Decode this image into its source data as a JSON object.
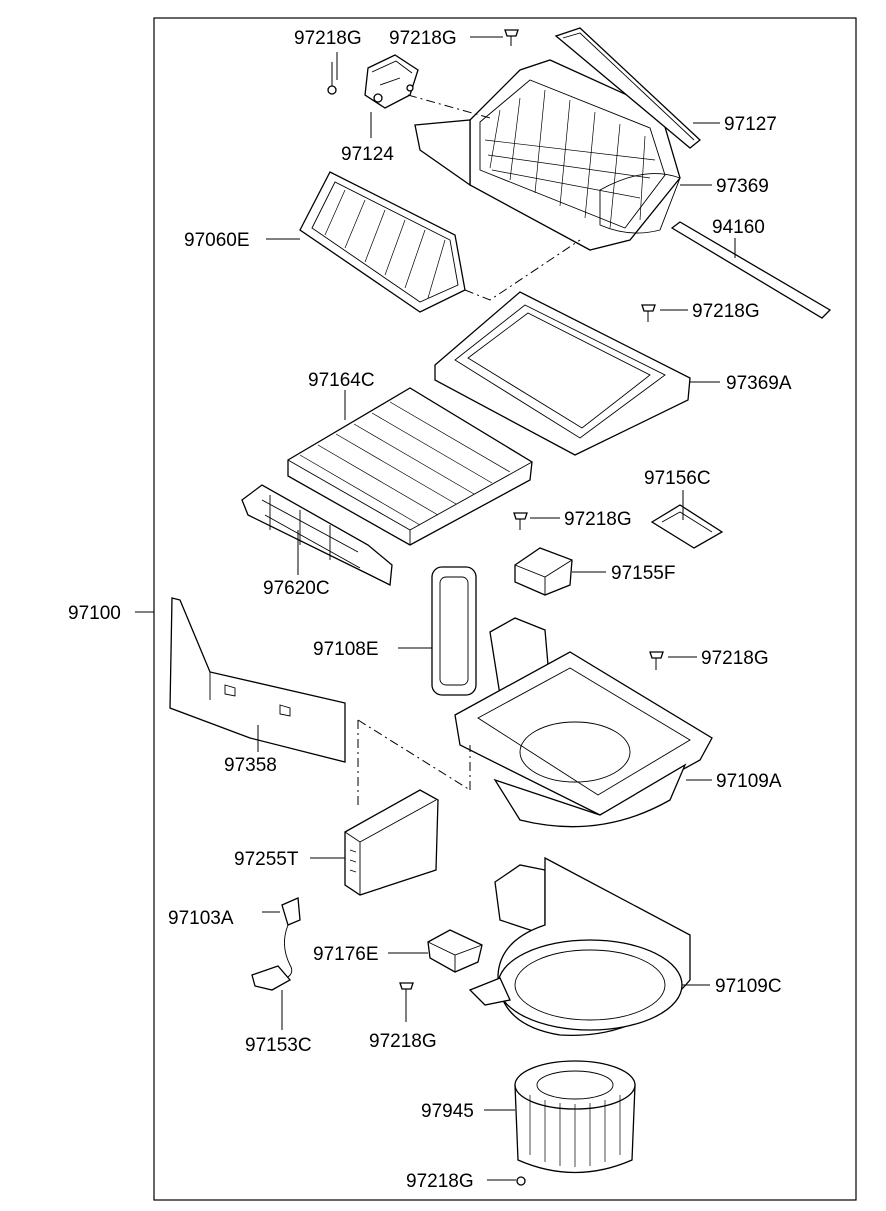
{
  "diagram": {
    "assembly_label": "97100",
    "labels": {
      "p97218G_a": "97218G",
      "p97218G_b": "97218G",
      "p97124": "97124",
      "p97127": "97127",
      "p97369": "97369",
      "p97060E": "97060E",
      "p94160": "94160",
      "p97218G_c": "97218G",
      "p97369A": "97369A",
      "p97164C": "97164C",
      "p97156C": "97156C",
      "p97218G_d": "97218G",
      "p97620C": "97620C",
      "p97155F": "97155F",
      "p97108E": "97108E",
      "p97218G_e": "97218G",
      "p97358": "97358",
      "p97109A": "97109A",
      "p97255T": "97255T",
      "p97103A": "97103A",
      "p97176E": "97176E",
      "p97109C": "97109C",
      "p97218G_f": "97218G",
      "p97153C": "97153C",
      "p97945": "97945",
      "p97218G_g": "97218G"
    }
  }
}
